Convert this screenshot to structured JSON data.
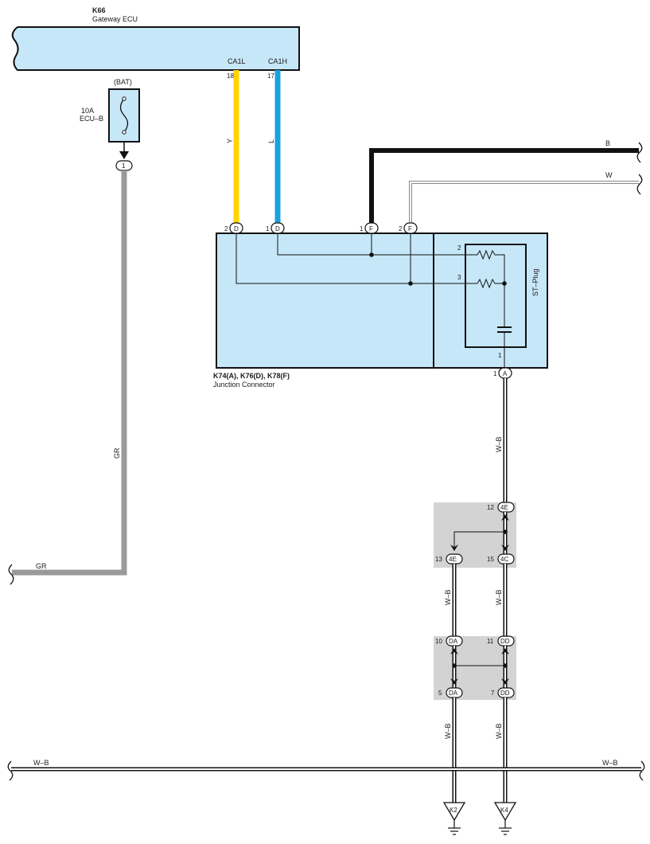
{
  "ecu": {
    "code": "K66",
    "name": "Gateway ECU",
    "pin_ca1l": "CA1L",
    "pin_ca1h": "CA1H",
    "pin_18": "18",
    "pin_17": "17"
  },
  "fuse": {
    "bat": "(BAT)",
    "rating": "10A",
    "name": "ECU–B",
    "pin": "1"
  },
  "junction": {
    "code": "K74(A), K76(D), K78(F)",
    "name": "Junction Connector",
    "pin_d2": "2",
    "pin_d1": "1",
    "pin_f1": "1",
    "pin_f2": "2",
    "pin_a1": "1",
    "conn_d": "D",
    "conn_f": "F",
    "conn_a": "A"
  },
  "st_plug": {
    "name": "ST–Plug",
    "pin2": "2",
    "pin3": "3",
    "pin1": "1"
  },
  "wires": {
    "y": "Y",
    "l": "L",
    "b": "B",
    "w": "W",
    "gr": "GR",
    "wb": "W–B"
  },
  "connectors_upper": {
    "p12": "12",
    "p13": "13",
    "p15": "15",
    "c4e": "4E",
    "c4c": "4C"
  },
  "connectors_lower": {
    "p10": "10",
    "p11": "11",
    "p5": "5",
    "p7": "7",
    "cda": "DA",
    "cdd": "DD"
  },
  "grounds": {
    "k2": "K2",
    "k4": "K4"
  },
  "colors": {
    "yellow": "#ffd400",
    "blue": "#1fa0dd",
    "black": "#111111",
    "gray": "#9a9a9a",
    "box": "#c6e7f8"
  }
}
